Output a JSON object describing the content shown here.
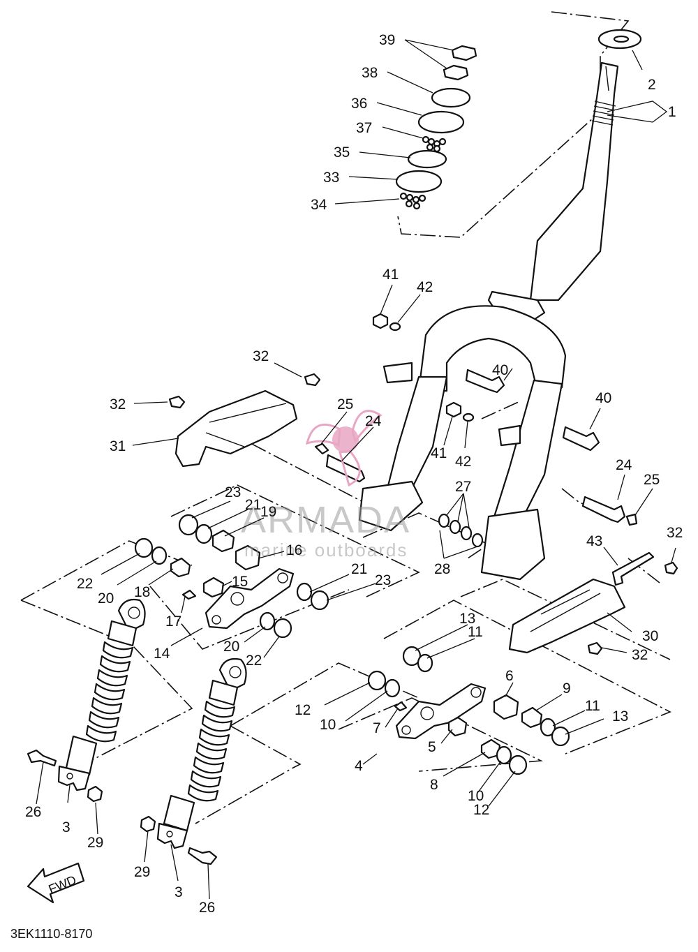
{
  "diagram": {
    "code": "3EK1110-8170",
    "fwd_label": "FWD",
    "watermark": {
      "brand": "ARMADA",
      "tagline": "marine outboards"
    },
    "callouts": [
      {
        "text": "39"
      },
      {
        "text": "38"
      },
      {
        "text": "36"
      },
      {
        "text": "37"
      },
      {
        "text": "35"
      },
      {
        "text": "33"
      },
      {
        "text": "34"
      },
      {
        "text": "2"
      },
      {
        "text": "1"
      },
      {
        "text": "41"
      },
      {
        "text": "42"
      },
      {
        "text": "32"
      },
      {
        "text": "32"
      },
      {
        "text": "40"
      },
      {
        "text": "31"
      },
      {
        "text": "25"
      },
      {
        "text": "24"
      },
      {
        "text": "40"
      },
      {
        "text": "41"
      },
      {
        "text": "42"
      },
      {
        "text": "24"
      },
      {
        "text": "25"
      },
      {
        "text": "23"
      },
      {
        "text": "21"
      },
      {
        "text": "19"
      },
      {
        "text": "27"
      },
      {
        "text": "16"
      },
      {
        "text": "22"
      },
      {
        "text": "20"
      },
      {
        "text": "18"
      },
      {
        "text": "15"
      },
      {
        "text": "21"
      },
      {
        "text": "23"
      },
      {
        "text": "28"
      },
      {
        "text": "43"
      },
      {
        "text": "32"
      },
      {
        "text": "17"
      },
      {
        "text": "14"
      },
      {
        "text": "20"
      },
      {
        "text": "22"
      },
      {
        "text": "13"
      },
      {
        "text": "11"
      },
      {
        "text": "30"
      },
      {
        "text": "32"
      },
      {
        "text": "6"
      },
      {
        "text": "9"
      },
      {
        "text": "12"
      },
      {
        "text": "10"
      },
      {
        "text": "7"
      },
      {
        "text": "11"
      },
      {
        "text": "13"
      },
      {
        "text": "5"
      },
      {
        "text": "4"
      },
      {
        "text": "8"
      },
      {
        "text": "10"
      },
      {
        "text": "12"
      },
      {
        "text": "26"
      },
      {
        "text": "3"
      },
      {
        "text": "29"
      },
      {
        "text": "29"
      },
      {
        "text": "3"
      },
      {
        "text": "26"
      }
    ]
  }
}
